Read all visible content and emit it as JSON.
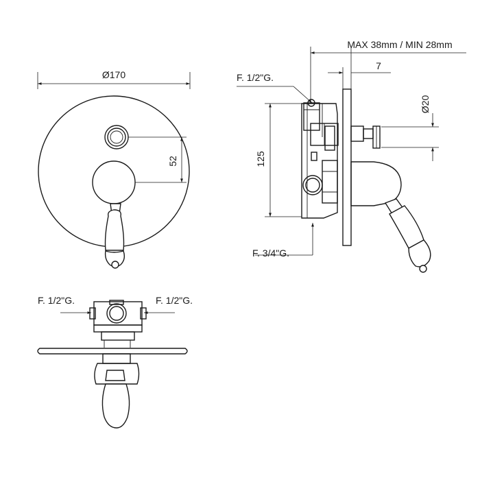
{
  "front_view": {
    "diameter_label": "Ø170",
    "offset_label": "52"
  },
  "side_view": {
    "depth_label": "MAX 38mm / MIN 28mm",
    "plate_label": "7",
    "top_inlet_label": "F. 1/2\"G.",
    "height_label": "125",
    "spout_label": "Ø20",
    "bottom_outlet_label": "F. 3/4\"G."
  },
  "top_view": {
    "left_inlet_label": "F. 1/2\"G.",
    "right_inlet_label": "F. 1/2\"G."
  },
  "colors": {
    "line": "#1a1a1a",
    "background": "#ffffff"
  }
}
